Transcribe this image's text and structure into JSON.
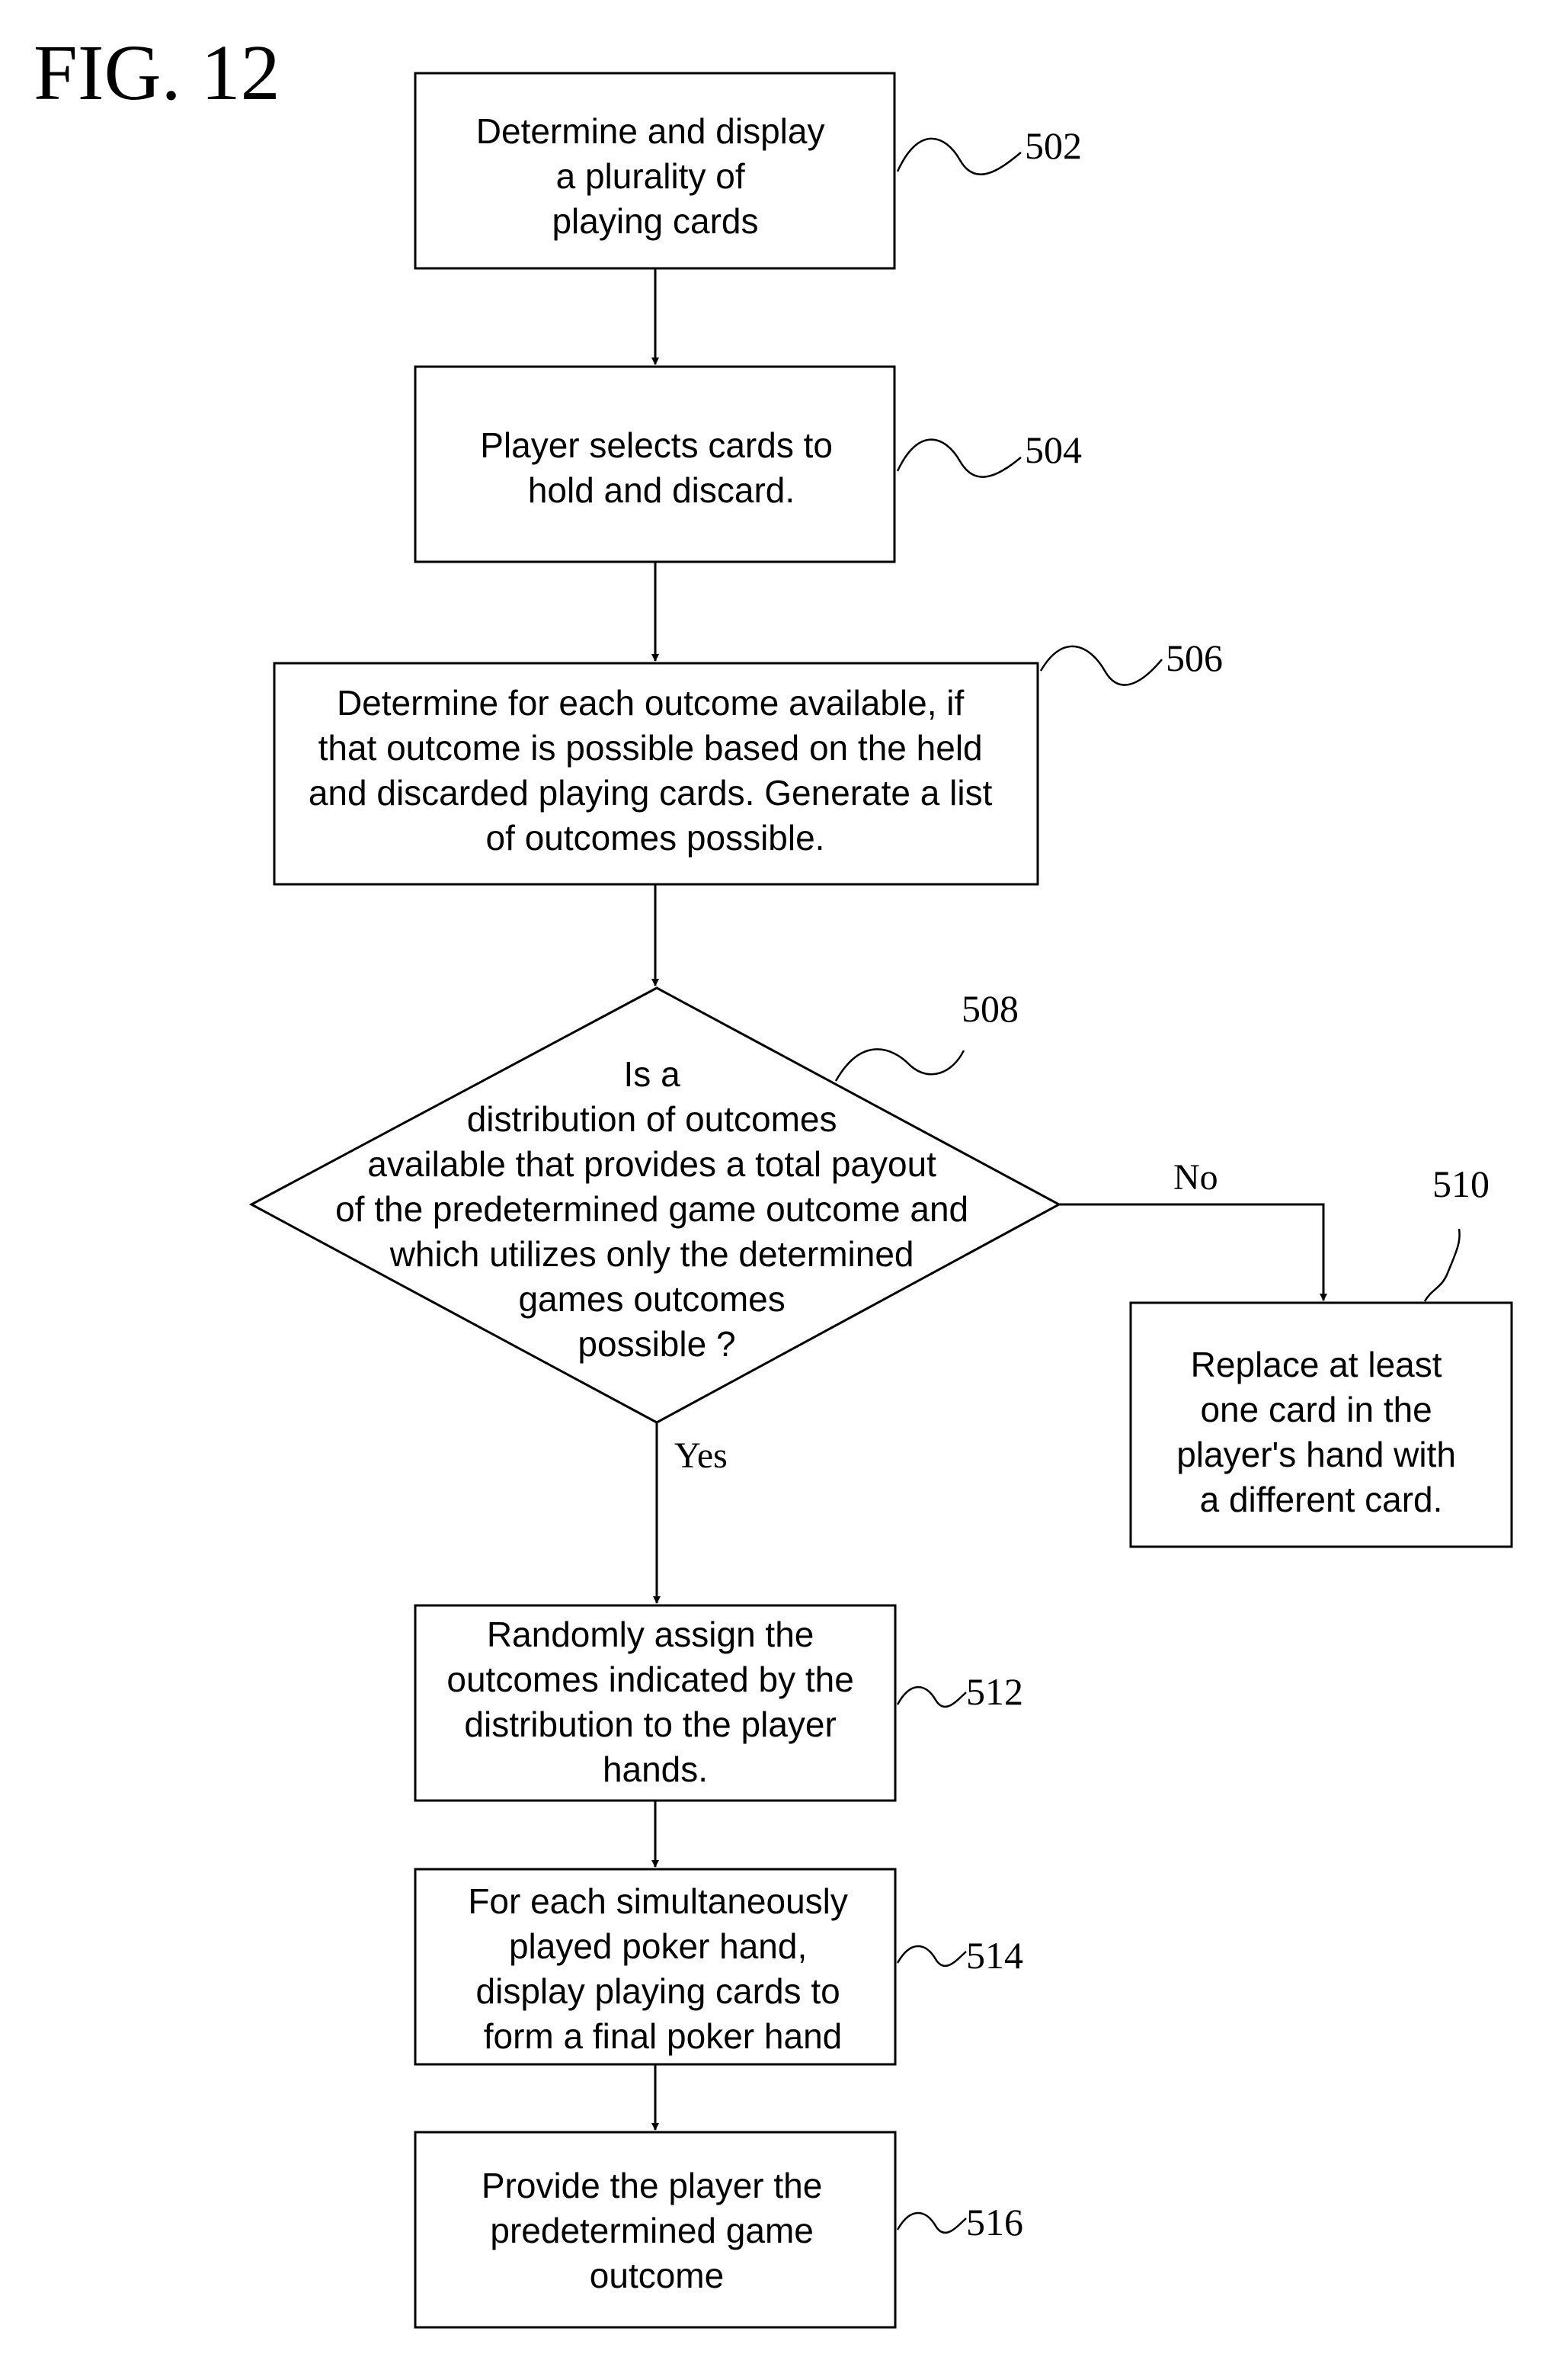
{
  "figure_title": "FIG. 12",
  "nodes": [
    {
      "ref": "502",
      "lines": [
        "Determine and display",
        "a plurality of",
        "playing cards"
      ]
    },
    {
      "ref": "504",
      "lines": [
        "Player selects cards to",
        "hold and discard."
      ]
    },
    {
      "ref": "506",
      "lines": [
        "Determine for each outcome available, if",
        "that outcome is possible based on the held",
        "and discarded playing cards. Generate a list",
        "of outcomes possible."
      ]
    },
    {
      "ref": "508",
      "lines": [
        "Is a",
        "distribution of outcomes",
        "available that provides a total payout",
        "of the predetermined game outcome and",
        "which utilizes only the determined",
        "games outcomes",
        "possible ?"
      ]
    },
    {
      "ref": "510",
      "lines": [
        "Replace at least",
        "one card in the",
        "player's hand with",
        "a different card."
      ]
    },
    {
      "ref": "512",
      "lines": [
        "Randomly assign the",
        "outcomes indicated by the",
        "distribution to the player",
        "hands."
      ]
    },
    {
      "ref": "514",
      "lines": [
        "For each simultaneously",
        "played poker hand,",
        "display playing cards to",
        "form a final poker hand"
      ]
    },
    {
      "ref": "516",
      "lines": [
        "Provide the player the",
        "predetermined game",
        "outcome"
      ]
    }
  ],
  "edge_labels": {
    "no": "No",
    "yes": "Yes"
  }
}
